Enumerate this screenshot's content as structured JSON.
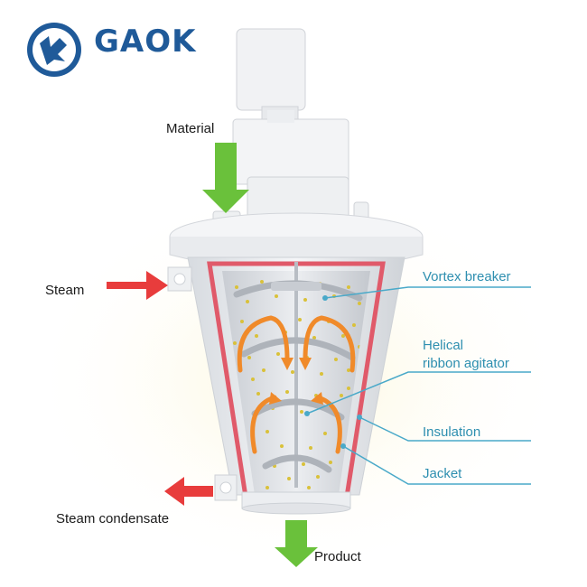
{
  "brand": {
    "name": "GAOK",
    "color": "#1f5a99"
  },
  "labels": {
    "material": "Material",
    "steam": "Steam",
    "steam_condensate": "Steam condensate",
    "product": "Product"
  },
  "callouts": {
    "vortex_breaker": "Vortex breaker",
    "helical_ribbon_agitator_line1": "Helical",
    "helical_ribbon_agitator_line2": "ribbon agitator",
    "insulation": "Insulation",
    "jacket": "Jacket"
  },
  "colors": {
    "inlet_arrow": "#6ac13b",
    "steam_arrow": "#e83c3c",
    "jacket": "#e05a6a",
    "flow_arrows": "#f08a2a",
    "callout_line": "#49a9c9",
    "particles": "#d9c13a"
  },
  "icons": {
    "logo": "gaok-logo-icon",
    "material_arrow": "arrow-down-icon",
    "steam_arrow": "arrow-right-icon",
    "condensate_arrow": "arrow-left-icon",
    "product_arrow": "arrow-down-icon"
  }
}
